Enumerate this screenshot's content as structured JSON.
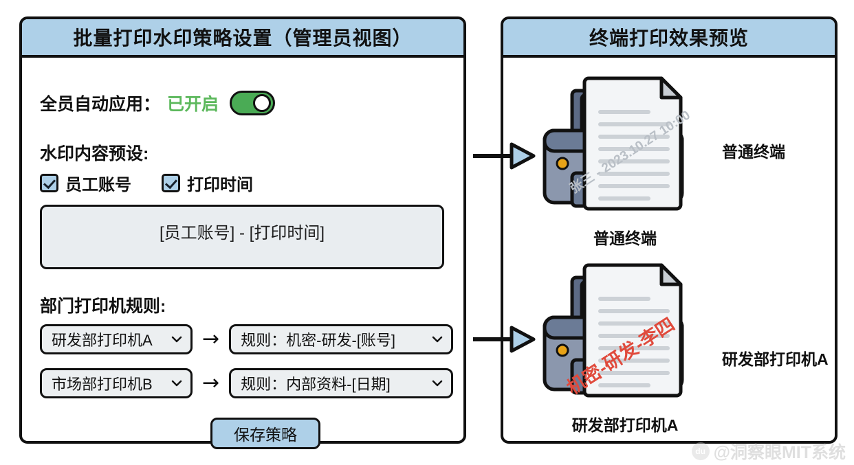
{
  "admin_panel": {
    "title": "批量打印水印策略设置（管理员视图）",
    "auto_apply": {
      "label": "全员自动应用：",
      "status_text": "已开启",
      "toggle_state": "on",
      "status_color": "#5cb85c",
      "toggle_color": "#4aab55"
    },
    "watermark_preset": {
      "label": "水印内容预设:",
      "checkboxes": [
        {
          "label": "员工账号",
          "checked": true
        },
        {
          "label": "打印时间",
          "checked": true
        }
      ],
      "pattern_preview": "[员工账号] - [打印时间]"
    },
    "dept_rules": {
      "label": "部门打印机规则:",
      "arrow_glyph": "→",
      "rows": [
        {
          "printer": "研发部打印机A",
          "rule": "规则：机密-研发-[账号]"
        },
        {
          "printer": "市场部打印机B",
          "rule": "规则：内部资料-[日期]"
        }
      ]
    },
    "save_button_label": "保存策略"
  },
  "preview_panel": {
    "title": "终端打印效果预览",
    "items": [
      {
        "side_label": "普通终端",
        "caption": "普通终端",
        "watermark_text": "张三 - 2023.10.27 10:00",
        "watermark_color": "#b9bfc6"
      },
      {
        "side_label": "研发部打印机A",
        "caption": "研发部打印机A",
        "watermark_text": "机密-研发-李四",
        "watermark_color": "#e04a3c"
      }
    ]
  },
  "source_watermark": {
    "logo_text": "du",
    "name": "@洞察眼MIT系统"
  },
  "theme": {
    "header_blue": "#aed0e8",
    "border_black": "#111111",
    "field_gray": "#eceff1",
    "preview_gray": "#e9edf0",
    "printer_dark": "#6b7b96",
    "printer_light": "#8b97ad",
    "paper_white": "#f3f5f7",
    "led_orange": "#e8a317"
  }
}
